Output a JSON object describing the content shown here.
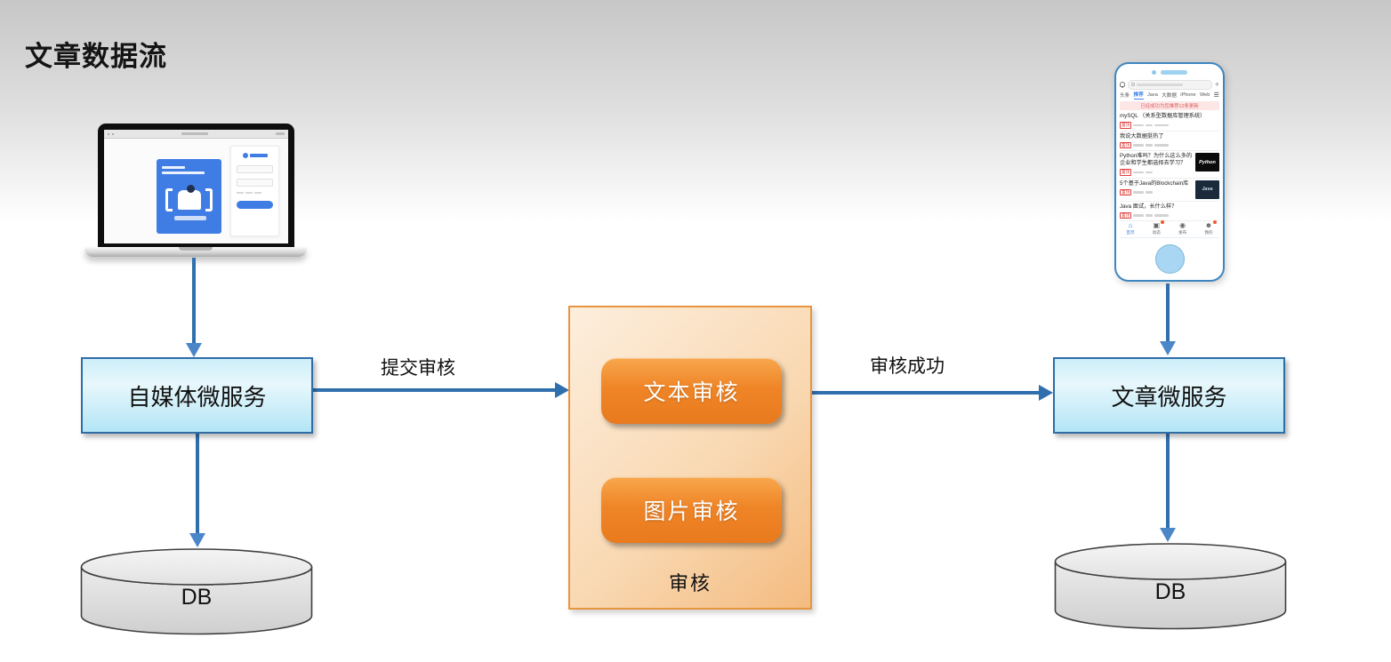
{
  "page": {
    "title": "文章数据流"
  },
  "nodes": {
    "self_media_service": "自媒体微服务",
    "article_service": "文章微服务",
    "review_group": "审核",
    "text_review": "文本审核",
    "image_review": "图片审核",
    "db_left": "DB",
    "db_right": "DB"
  },
  "edges": {
    "submit": "提交审核",
    "success": "审核成功"
  },
  "phone": {
    "tabs": [
      "头条",
      "推荐",
      "Java",
      "大数据",
      "iPhone",
      "Web"
    ],
    "notice": "已经成功为您推荐12条更新",
    "articles": [
      {
        "title": "mySQL （关系型数据库管理系统）",
        "tag": "置顶"
      },
      {
        "title": "我说大数据挺热了",
        "tag": "置顶"
      },
      {
        "title": "Python难吗？为什么这么多的企业和学生都选择去学习？",
        "tag": "置顶",
        "thumb": "Python"
      },
      {
        "title": "5个基于Java的Blockchain库",
        "tag": "置顶",
        "thumb": "Java"
      },
      {
        "title": "Java 面试，长什么样？",
        "tag": "置顶"
      }
    ],
    "nav": [
      "首页",
      "动态",
      "发布",
      "我的"
    ]
  },
  "colors": {
    "arrow_blue": "#2F6FAE",
    "box_border_blue": "#2E6DA6",
    "box_fill_cyan": "#B3E5F6",
    "panel_border_orange": "#E8953F",
    "panel_fill_orange": "#F4BB80",
    "button_orange": "#EF8527",
    "phone_border_blue": "#3E86C0",
    "notice_red": "#E05B5B"
  }
}
